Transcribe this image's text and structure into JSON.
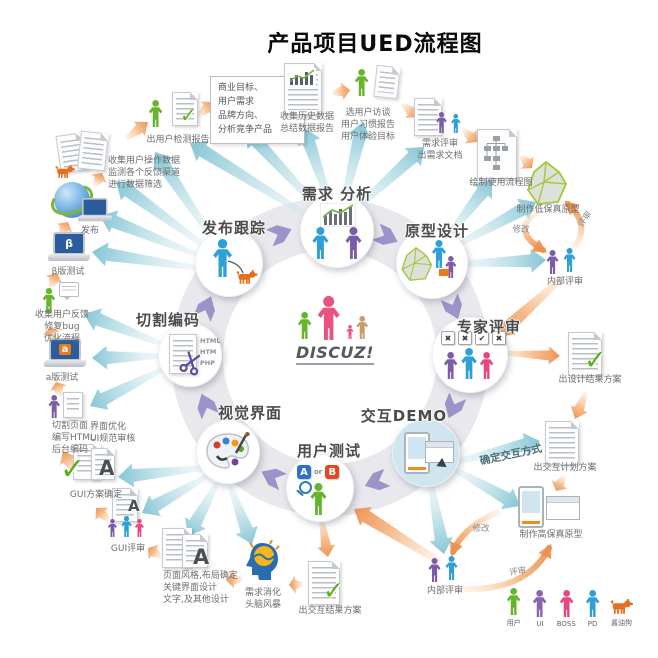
{
  "title": "产品项目UED流程图",
  "center": {
    "logo": "DISCUZ!"
  },
  "icons": {
    "check": "✓",
    "letterA": "A",
    "beta": "β",
    "alpha": "a"
  },
  "nodes": {
    "requirement": {
      "label": "需求 分析"
    },
    "prototype": {
      "label": "原型设计"
    },
    "expert": {
      "label": "专家评审",
      "marks": [
        "✖",
        "✖",
        "✔",
        "✖"
      ]
    },
    "demo": {
      "label": "交互DEMO"
    },
    "usertest": {
      "label": "用户测试",
      "a": "A",
      "or": "or",
      "b": "B"
    },
    "visual": {
      "label": "视觉界面"
    },
    "coding": {
      "label": "切割编码",
      "files": "HTML\nHTM\nPHP"
    },
    "release": {
      "label": "发布跟踪"
    }
  },
  "peripherals": {
    "user_report": "出用户检测报告",
    "goals": "商业目标、\n用户需求\n品牌方向、\n分析竞争产品",
    "history": "收集历史数据\n总结数据报告",
    "interview": "选用户访谈\n用户习惯报告\n用户体验目标",
    "req_doc": "需求评审\n出需求文档",
    "flow_diagram": "绘制使用流程图",
    "lofi": "制作低保真原型",
    "review_top": "评审",
    "modify_top": "修改",
    "inner_review_top": "内部评审",
    "design_result": "出设计结果方案",
    "interaction_mode": "确定交互方式",
    "interaction_plan": "出交互计划方案",
    "hifi": "制作高保真原型",
    "modify_bottom": "修改",
    "review_bottom": "评审",
    "inner_review_bottom": "内部评审",
    "interaction_result": "出交互结果方案",
    "brainstorm": "需求消化\n头脑风暴",
    "page_style": "页面风格,布局确定\n关键界面设计\n文字,及其他设计",
    "gui_review": "GUI评审",
    "gui_final": "GUI方案确定",
    "cut_page": "切割页面\n编写HTML\n后台编码",
    "ui_optimize": "界面优化\nUI规范审核",
    "a_test": "a版测试",
    "feedback": "收集用户反馈\n修复bug\n优化流程",
    "beta_test": "β版测试",
    "publish": "发布",
    "collect_data": "收集用户操作数据\n监测各个反馈渠道\n进行数据筛选"
  },
  "legend": {
    "items": [
      {
        "label": "用户",
        "color": "#69b42d"
      },
      {
        "label": "UI",
        "color": "#8a63ae"
      },
      {
        "label": "BOSS",
        "color": "#e5487e"
      },
      {
        "label": "PD",
        "color": "#2f9fd8"
      },
      {
        "label": "酱油狗",
        "color": "#e4711f"
      }
    ]
  },
  "colors": {
    "teal_arrow": "#8ec9d8",
    "orange_arrow": "#ee9a5e",
    "purple_arrow": "#968bc4",
    "ring": "#e8e8ed",
    "person_blue": "#2f9fd8",
    "person_purple": "#7a5ca8",
    "person_green": "#69b42d",
    "person_pink": "#e5487e"
  }
}
